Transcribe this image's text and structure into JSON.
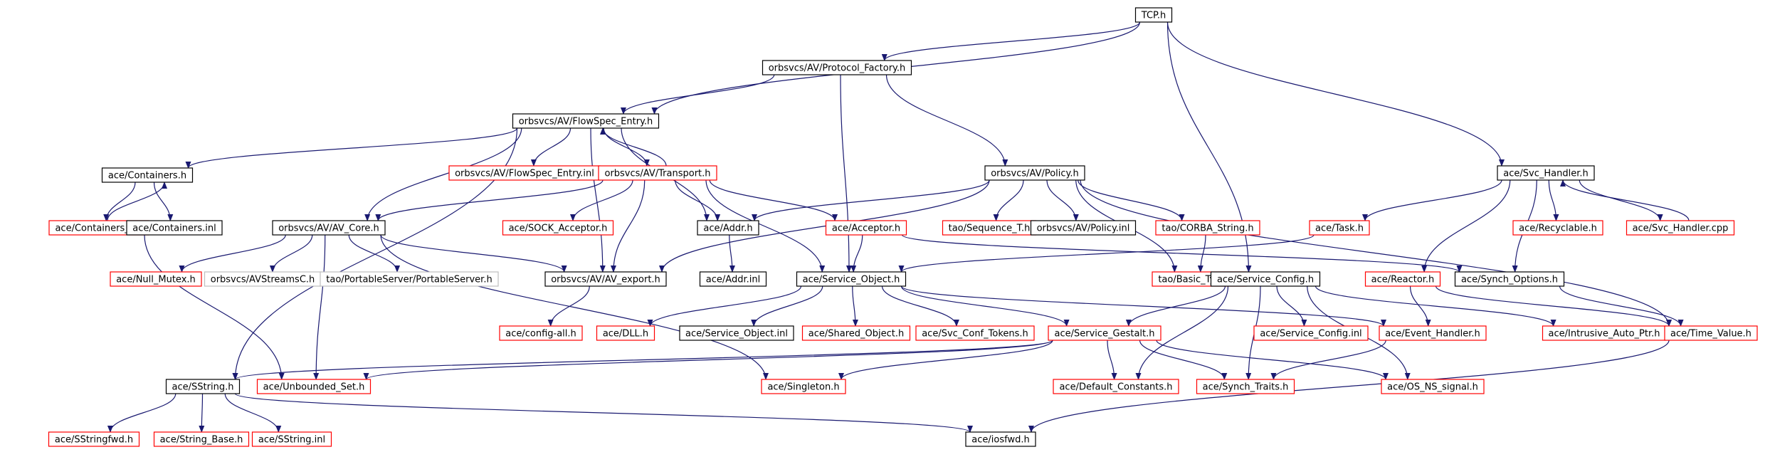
{
  "colors": {
    "edge": "#191970",
    "root_fill": "#bfbfbf",
    "black_border": "#000000",
    "red_border": "#ff0000",
    "gray_border": "#bfbfbf"
  },
  "nodes": [
    {
      "id": "tcp",
      "label": "TCP.h",
      "style": "root"
    },
    {
      "id": "protocol_factory",
      "label": "orbsvcs/AV/Protocol_Factory.h",
      "style": "black"
    },
    {
      "id": "flowspec",
      "label": "orbsvcs/AV/FlowSpec_Entry.h",
      "style": "black"
    },
    {
      "id": "containers",
      "label": "ace/Containers.h",
      "style": "black"
    },
    {
      "id": "containers_t",
      "label": "ace/Containers_T.h",
      "style": "red"
    },
    {
      "id": "containers_inl",
      "label": "ace/Containers.inl",
      "style": "black"
    },
    {
      "id": "flowspec_inl",
      "label": "orbsvcs/AV/FlowSpec_Entry.inl",
      "style": "red"
    },
    {
      "id": "transport",
      "label": "orbsvcs/AV/Transport.h",
      "style": "red"
    },
    {
      "id": "policy",
      "label": "orbsvcs/AV/Policy.h",
      "style": "black"
    },
    {
      "id": "av_core",
      "label": "orbsvcs/AV/AV_Core.h",
      "style": "black"
    },
    {
      "id": "sock_acceptor",
      "label": "ace/SOCK_Acceptor.h",
      "style": "red"
    },
    {
      "id": "addr",
      "label": "ace/Addr.h",
      "style": "black"
    },
    {
      "id": "acceptor",
      "label": "ace/Acceptor.h",
      "style": "red"
    },
    {
      "id": "sequence_t",
      "label": "tao/Sequence_T.h",
      "style": "red"
    },
    {
      "id": "policy_inl",
      "label": "orbsvcs/AV/Policy.inl",
      "style": "black"
    },
    {
      "id": "corba_string",
      "label": "tao/CORBA_String.h",
      "style": "red"
    },
    {
      "id": "svc_handler",
      "label": "ace/Svc_Handler.h",
      "style": "black"
    },
    {
      "id": "task",
      "label": "ace/Task.h",
      "style": "red"
    },
    {
      "id": "recyclable",
      "label": "ace/Recyclable.h",
      "style": "red"
    },
    {
      "id": "svc_handler_cpp",
      "label": "ace/Svc_Handler.cpp",
      "style": "red"
    },
    {
      "id": "null_mutex",
      "label": "ace/Null_Mutex.h",
      "style": "red"
    },
    {
      "id": "avstreamsc",
      "label": "orbsvcs/AVStreamsC.h",
      "style": "gray"
    },
    {
      "id": "portableserver",
      "label": "tao/PortableServer/PortableServer.h",
      "style": "gray"
    },
    {
      "id": "av_export",
      "label": "orbsvcs/AV/AV_export.h",
      "style": "black"
    },
    {
      "id": "addr_inl",
      "label": "ace/Addr.inl",
      "style": "black"
    },
    {
      "id": "service_object",
      "label": "ace/Service_Object.h",
      "style": "black"
    },
    {
      "id": "basic_types",
      "label": "tao/Basic_Types.h",
      "style": "red"
    },
    {
      "id": "service_config",
      "label": "ace/Service_Config.h",
      "style": "black"
    },
    {
      "id": "reactor",
      "label": "ace/Reactor.h",
      "style": "red"
    },
    {
      "id": "synch_options",
      "label": "ace/Synch_Options.h",
      "style": "black"
    },
    {
      "id": "config_all",
      "label": "ace/config-all.h",
      "style": "red"
    },
    {
      "id": "dll",
      "label": "ace/DLL.h",
      "style": "red"
    },
    {
      "id": "service_object_inl",
      "label": "ace/Service_Object.inl",
      "style": "black"
    },
    {
      "id": "shared_object",
      "label": "ace/Shared_Object.h",
      "style": "red"
    },
    {
      "id": "svc_conf_tokens",
      "label": "ace/Svc_Conf_Tokens.h",
      "style": "red"
    },
    {
      "id": "service_gestalt",
      "label": "ace/Service_Gestalt.h",
      "style": "red"
    },
    {
      "id": "service_config_inl",
      "label": "ace/Service_Config.inl",
      "style": "red"
    },
    {
      "id": "event_handler",
      "label": "ace/Event_Handler.h",
      "style": "red"
    },
    {
      "id": "intrusive_auto_ptr",
      "label": "ace/Intrusive_Auto_Ptr.h",
      "style": "red"
    },
    {
      "id": "time_value",
      "label": "ace/Time_Value.h",
      "style": "red"
    },
    {
      "id": "sstring",
      "label": "ace/SString.h",
      "style": "black"
    },
    {
      "id": "unbounded_set",
      "label": "ace/Unbounded_Set.h",
      "style": "red"
    },
    {
      "id": "singleton",
      "label": "ace/Singleton.h",
      "style": "red"
    },
    {
      "id": "default_constants",
      "label": "ace/Default_Constants.h",
      "style": "red"
    },
    {
      "id": "synch_traits",
      "label": "ace/Synch_Traits.h",
      "style": "red"
    },
    {
      "id": "os_ns_signal",
      "label": "ace/OS_NS_signal.h",
      "style": "red"
    },
    {
      "id": "sstringfwd",
      "label": "ace/SStringfwd.h",
      "style": "red"
    },
    {
      "id": "string_base",
      "label": "ace/String_Base.h",
      "style": "red"
    },
    {
      "id": "sstring_inl",
      "label": "ace/SString.inl",
      "style": "red"
    },
    {
      "id": "iosfwd",
      "label": "ace/iosfwd.h",
      "style": "black"
    }
  ],
  "edges": [
    [
      "tcp",
      "protocol_factory"
    ],
    [
      "tcp",
      "flowspec"
    ],
    [
      "tcp",
      "service_config"
    ],
    [
      "tcp",
      "svc_handler"
    ],
    [
      "protocol_factory",
      "flowspec"
    ],
    [
      "protocol_factory",
      "policy"
    ],
    [
      "protocol_factory",
      "service_object"
    ],
    [
      "flowspec",
      "containers"
    ],
    [
      "flowspec",
      "flowspec_inl"
    ],
    [
      "flowspec",
      "transport"
    ],
    [
      "flowspec",
      "av_core"
    ],
    [
      "flowspec",
      "addr"
    ],
    [
      "flowspec",
      "av_export"
    ],
    [
      "flowspec",
      "sstring"
    ],
    [
      "containers",
      "containers_t"
    ],
    [
      "containers",
      "containers_inl"
    ],
    [
      "containers_t",
      "containers"
    ],
    [
      "containers_t",
      "unbounded_set"
    ],
    [
      "transport",
      "flowspec"
    ],
    [
      "transport",
      "av_core"
    ],
    [
      "transport",
      "sock_acceptor"
    ],
    [
      "transport",
      "addr"
    ],
    [
      "transport",
      "acceptor"
    ],
    [
      "transport",
      "av_export"
    ],
    [
      "transport",
      "service_object"
    ],
    [
      "policy",
      "addr"
    ],
    [
      "policy",
      "sequence_t"
    ],
    [
      "policy",
      "policy_inl"
    ],
    [
      "policy",
      "corba_string"
    ],
    [
      "policy",
      "basic_types"
    ],
    [
      "policy",
      "av_export"
    ],
    [
      "policy",
      "time_value"
    ],
    [
      "av_core",
      "null_mutex"
    ],
    [
      "av_core",
      "avstreamsc"
    ],
    [
      "av_core",
      "portableserver"
    ],
    [
      "av_core",
      "av_export"
    ],
    [
      "av_core",
      "unbounded_set"
    ],
    [
      "av_core",
      "singleton"
    ],
    [
      "addr",
      "addr_inl"
    ],
    [
      "acceptor",
      "service_object"
    ],
    [
      "acceptor",
      "synch_options"
    ],
    [
      "corba_string",
      "basic_types"
    ],
    [
      "svc_handler",
      "task"
    ],
    [
      "svc_handler",
      "recyclable"
    ],
    [
      "svc_handler",
      "svc_handler_cpp"
    ],
    [
      "svc_handler",
      "reactor"
    ],
    [
      "svc_handler",
      "synch_options"
    ],
    [
      "svc_handler_cpp",
      "svc_handler"
    ],
    [
      "task",
      "service_object"
    ],
    [
      "av_export",
      "config_all"
    ],
    [
      "service_object",
      "dll"
    ],
    [
      "service_object",
      "service_object_inl"
    ],
    [
      "service_object",
      "shared_object"
    ],
    [
      "service_object",
      "svc_conf_tokens"
    ],
    [
      "service_object",
      "service_gestalt"
    ],
    [
      "service_object",
      "event_handler"
    ],
    [
      "service_config",
      "service_gestalt"
    ],
    [
      "service_config",
      "service_config_inl"
    ],
    [
      "service_config",
      "default_constants"
    ],
    [
      "service_config",
      "synch_traits"
    ],
    [
      "service_config",
      "os_ns_signal"
    ],
    [
      "service_config",
      "intrusive_auto_ptr"
    ],
    [
      "reactor",
      "event_handler"
    ],
    [
      "reactor",
      "time_value"
    ],
    [
      "synch_options",
      "time_value"
    ],
    [
      "service_gestalt",
      "sstring"
    ],
    [
      "service_gestalt",
      "unbounded_set"
    ],
    [
      "service_gestalt",
      "singleton"
    ],
    [
      "service_gestalt",
      "default_constants"
    ],
    [
      "service_gestalt",
      "synch_traits"
    ],
    [
      "service_gestalt",
      "os_ns_signal"
    ],
    [
      "event_handler",
      "synch_traits"
    ],
    [
      "time_value",
      "iosfwd"
    ],
    [
      "sstring",
      "sstringfwd"
    ],
    [
      "sstring",
      "string_base"
    ],
    [
      "sstring",
      "sstring_inl"
    ],
    [
      "sstring",
      "iosfwd"
    ]
  ]
}
